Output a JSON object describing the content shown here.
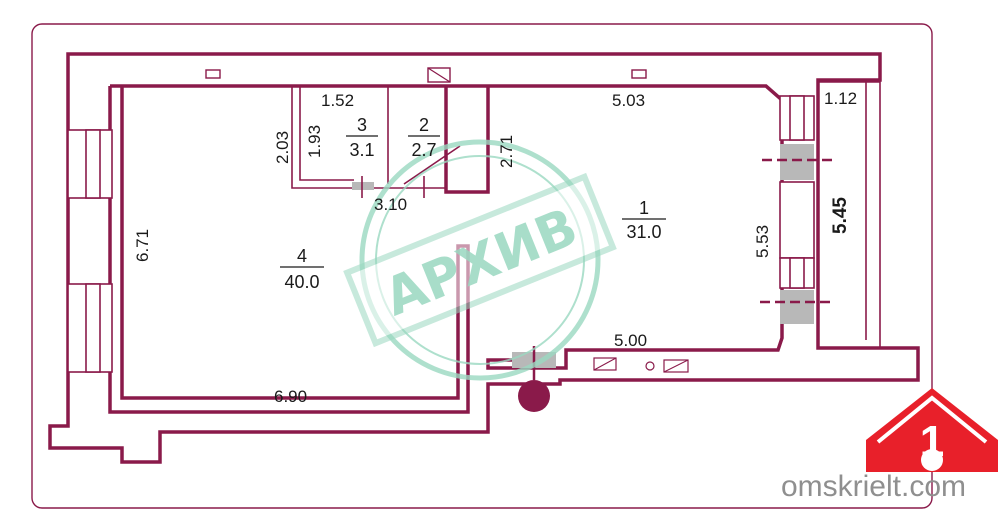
{
  "plan": {
    "dims": {
      "d_1_52": "1.52",
      "d_5_03": "5.03",
      "d_1_12": "1.12",
      "d_2_03": "2.03",
      "d_1_93": "1.93",
      "d_2_71": "2.71",
      "d_3_10": "3.10",
      "d_6_71": "6.71",
      "d_5_53": "5.53",
      "d_5_45": "5.45",
      "d_5_00": "5.00",
      "d_6_90": "6.90"
    },
    "rooms": [
      {
        "number": "1",
        "area": "31.0"
      },
      {
        "number": "2",
        "area": "2.7"
      },
      {
        "number": "3",
        "area": "3.1"
      },
      {
        "number": "4",
        "area": "40.0"
      }
    ],
    "stamp": "АРХИВ",
    "colors": {
      "wall": "#8a1a4a",
      "stamp": "#9ad8c0",
      "logo": "#e8202a"
    }
  },
  "brand": {
    "logo_digit": "1",
    "site": "omskrielt.com",
    "icon": "house-icon"
  }
}
